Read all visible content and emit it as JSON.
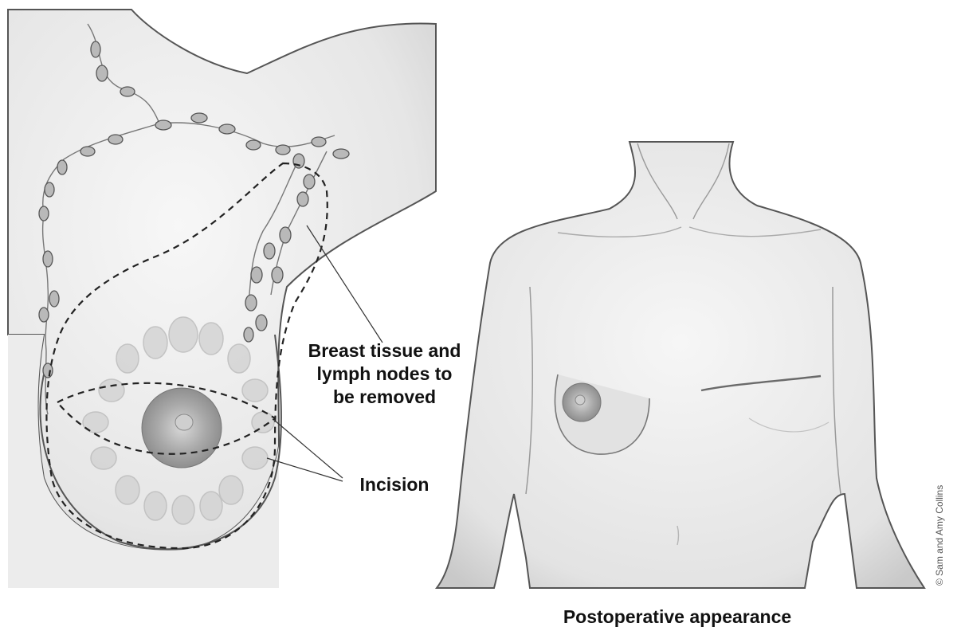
{
  "labels": {
    "tissue_line1": "Breast tissue and",
    "tissue_line2": "lymph nodes to",
    "tissue_line3": "be removed",
    "incision": "Incision",
    "postoperative": "Postoperative appearance",
    "credit": "© Sam and Amy Collins"
  },
  "colors": {
    "skin": "#e9e9e9",
    "outline": "#4a4a4a",
    "lymph_node": "#b5b5b5",
    "dashed_line": "#222222"
  }
}
